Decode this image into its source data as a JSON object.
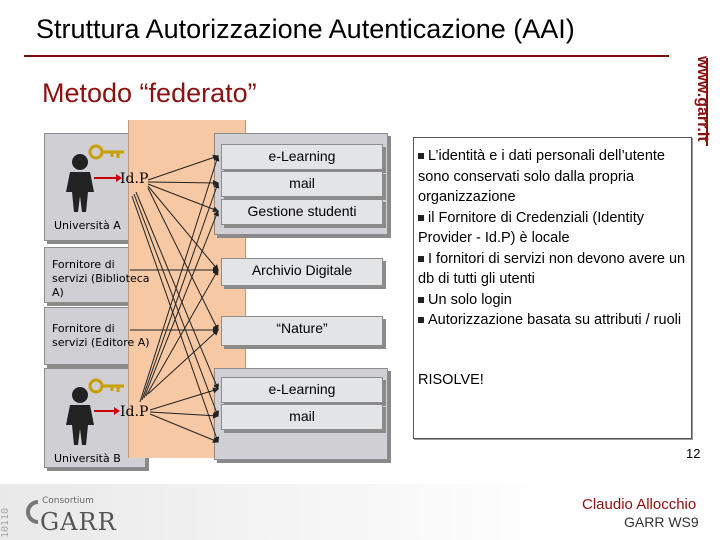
{
  "title": "Struttura Autorizzazione Autenticazione (AAI)",
  "subtitle": "Metodo “federato”",
  "brand": "www.garr.it",
  "org_a": {
    "idp_label": "Id.P",
    "name": "Università A"
  },
  "org_b": {
    "idp_label": "Id.P",
    "name": "Università B"
  },
  "providers": [
    {
      "name": "Fornitore di servizi (Biblioteca A)"
    },
    {
      "name": "Fornitore di servizi (Editore A)"
    }
  ],
  "services": [
    "e-Learning",
    "mail",
    "Gestione studenti",
    "Archivio Digitale",
    "“Nature”",
    "e-Learning",
    "mail"
  ],
  "info_points": [
    "L’identità e i dati personali dell’utente sono conservati solo dalla propria organizzazione",
    "il Fornitore di Credenziali (Identity Provider - Id.P) è locale",
    "I fornitori di servizi non devono avere un db di tutti gli utenti",
    "Un solo login",
    "Autorizzazione basata su attributi / ruoli"
  ],
  "resolve_text": "RISOLVE!",
  "page_number": "12",
  "author": "Claudio Allocchio",
  "event": "GARR WS9",
  "footer": {
    "consortium": "Consortium",
    "logo_text": "GARR",
    "digits": "10110"
  }
}
